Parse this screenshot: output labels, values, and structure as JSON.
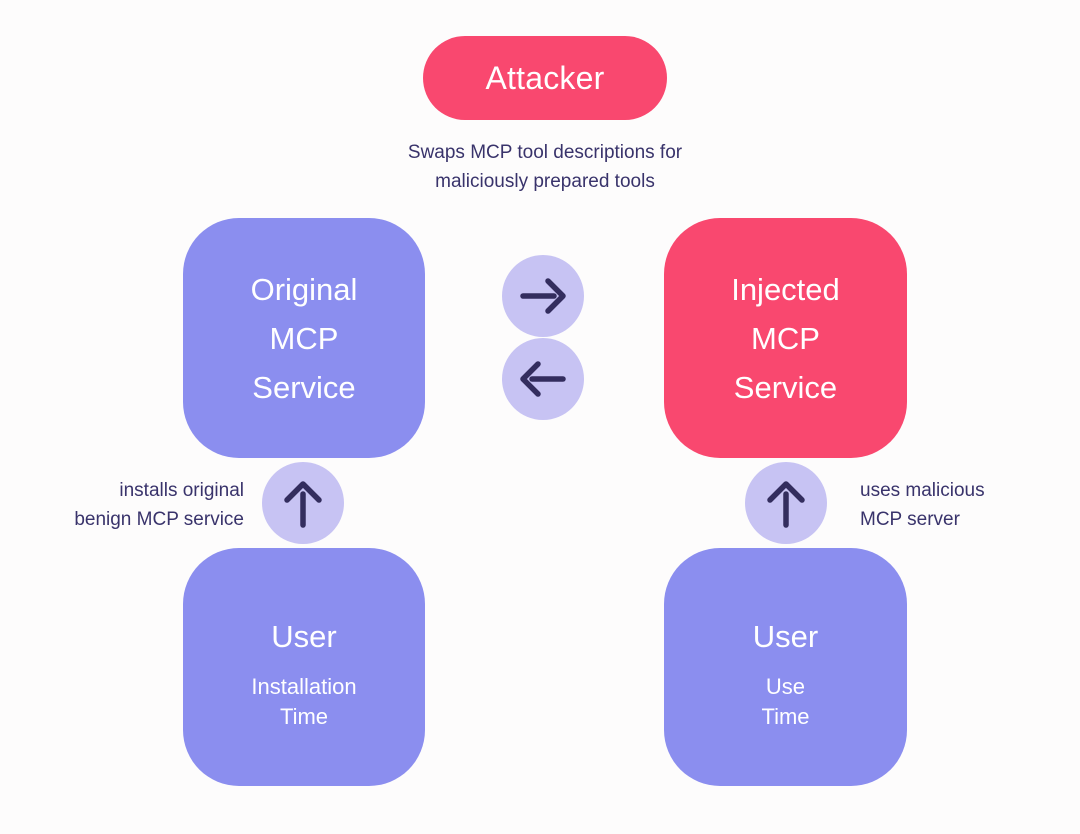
{
  "colors": {
    "background": "#FDFCFC",
    "pink": "#F9486F",
    "purple": "#8B8EEF",
    "lavender": "#C7C3F3",
    "ink": "#39336B",
    "node_text": "#FFFFFF"
  },
  "attacker": {
    "label": "Attacker",
    "caption": "Swaps MCP tool descriptions for\nmaliciously prepared tools"
  },
  "services": {
    "original": "Original\nMCP\nService",
    "injected": "Injected\nMCP\nService"
  },
  "users": {
    "installation": {
      "title": "User",
      "subtitle": "Installation\nTime"
    },
    "use": {
      "title": "User",
      "subtitle": "Use\nTime"
    }
  },
  "edge_labels": {
    "install": "installs original\nbenign MCP service",
    "use": "uses malicious\nMCP server"
  },
  "icons": {
    "swap_forward": "right-arrow",
    "swap_backward": "left-arrow",
    "install_direction": "up-arrow",
    "use_direction": "up-arrow"
  }
}
